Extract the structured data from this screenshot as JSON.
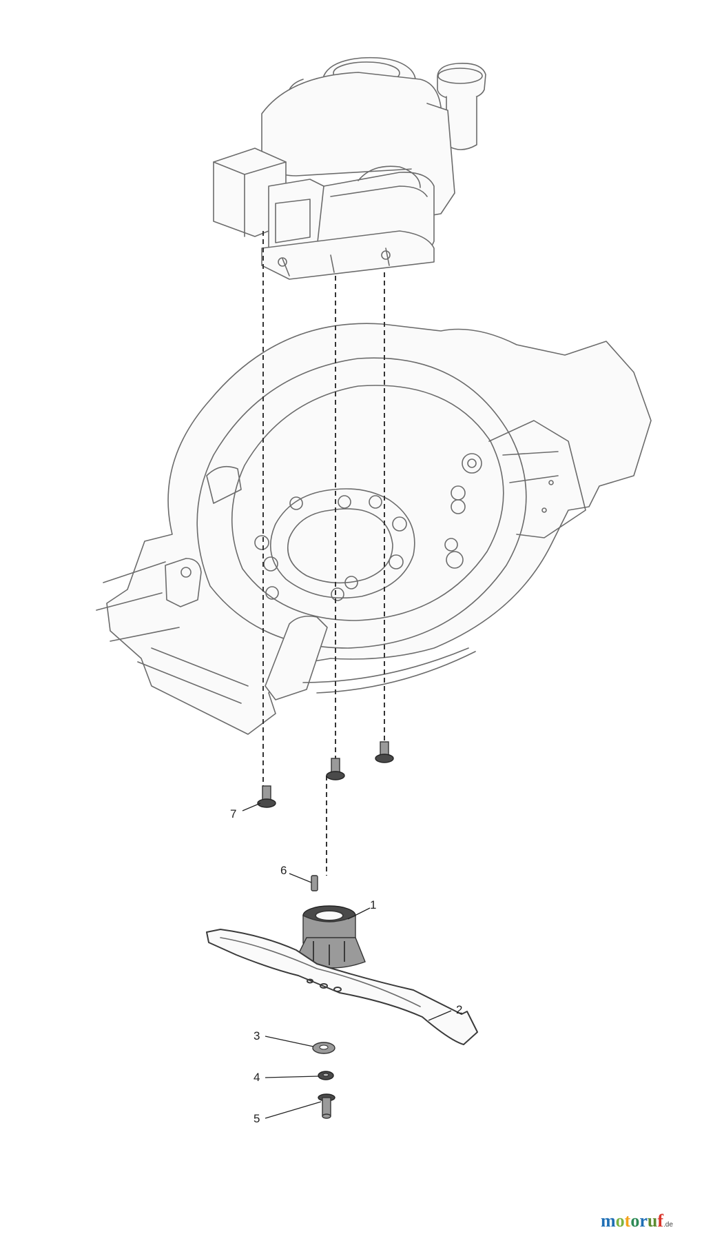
{
  "callouts": {
    "c1": "1",
    "c2": "2",
    "c3": "3",
    "c4": "4",
    "c5": "5",
    "c6": "6",
    "c7": "7"
  },
  "brand": {
    "l1": "m",
    "l2": "o",
    "l3": "t",
    "l4": "o",
    "l5": "r",
    "l6": "u",
    "l7": "f",
    "suffix": ".de"
  },
  "colors": {
    "line": "#6b6b6b",
    "ink": "#222222",
    "logo_m": "#1f6fb5",
    "logo_o1": "#7cb342",
    "logo_t": "#f4a31b",
    "logo_o2": "#2e8b57",
    "logo_r": "#1f6fb5",
    "logo_u": "#5e8c31",
    "logo_f": "#d9352b"
  }
}
